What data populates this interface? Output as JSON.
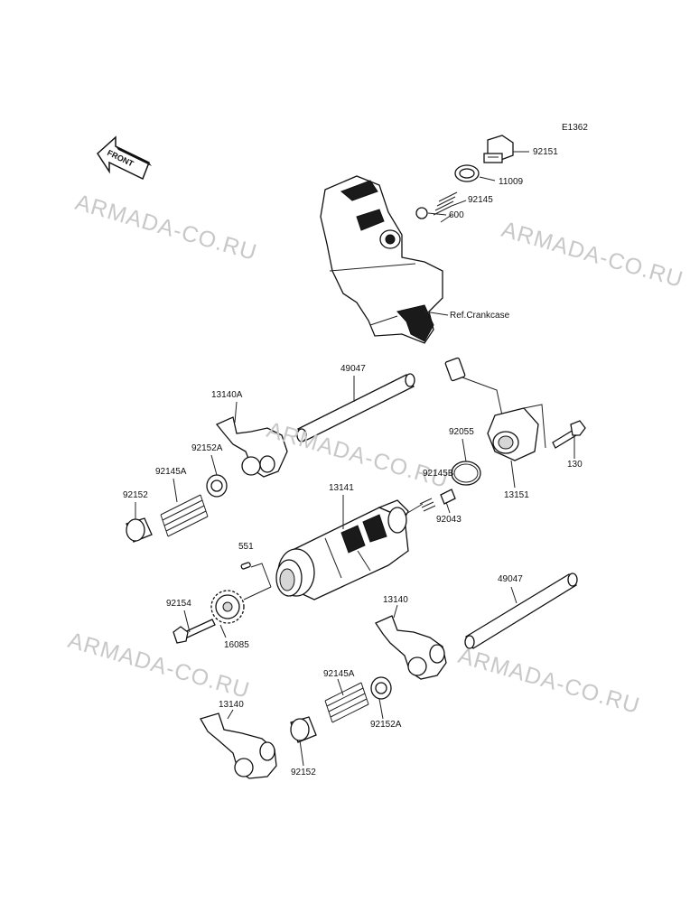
{
  "diagram_code": "E1362",
  "front_label": "FRONT",
  "watermark": "ARMADA-CO.RU",
  "labels": {
    "p92151": "92151",
    "p11009": "11009",
    "p92145": "92145",
    "p600": "600",
    "crankcase": "Ref.Crankcase",
    "p49047_top": "49047",
    "p13140A": "13140A",
    "p92152A_top": "92152A",
    "p92145A_top": "92145A",
    "p92152_top": "92152",
    "p92055": "92055",
    "p130": "130",
    "p13151": "13151",
    "p92145B": "92145B",
    "p92043": "92043",
    "p13141": "13141",
    "p551": "551",
    "p92154": "92154",
    "p16085": "16085",
    "p49047_bot": "49047",
    "p13140_mid": "13140",
    "p92145A_bot": "92145A",
    "p92152A_bot": "92152A",
    "p13140_bot": "13140",
    "p92152_bot": "92152"
  }
}
